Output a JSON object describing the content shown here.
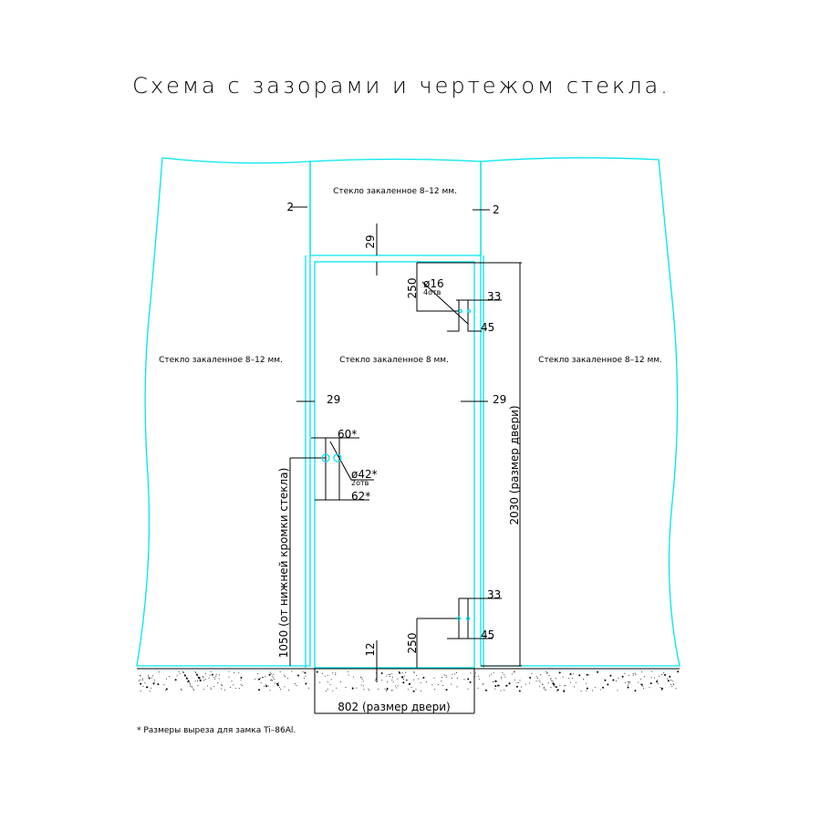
{
  "title": "Схема с зазорами и чертежом стекла.",
  "panels": {
    "transom": "Стекло закаленное 8–12 мм.",
    "left": "Стекло закаленное 8–12 мм.",
    "door": "Стекло закаленное 8 мм.",
    "right": "Стекло закаленное 8–12 мм."
  },
  "dimensions": {
    "gap_left_top": "2",
    "gap_right_top": "2",
    "gap_top_door": "29",
    "gap_left_door": "29",
    "gap_right_door": "29",
    "hinge_top_offset": "250",
    "hinge_hole": "ø16",
    "hinge_hole_count": "4отв",
    "hinge_top_33": "33",
    "hinge_top_45": "45",
    "hinge_bottom_33": "33",
    "hinge_bottom_45": "45",
    "hinge_bottom_offset": "250",
    "lock_60": "60*",
    "lock_hole": "ø42*",
    "lock_hole_count": "2отв",
    "lock_62": "62*",
    "lock_height": "1050 (от нижней кромки стекла)",
    "door_height": "2030 (размер двери)",
    "bottom_gap": "12",
    "door_width": "802 (размер двери)"
  },
  "footnote": "* Размеры выреза для замка Ti–86Al.",
  "colors": {
    "glass": "#00e5f0",
    "line": "#000000"
  }
}
